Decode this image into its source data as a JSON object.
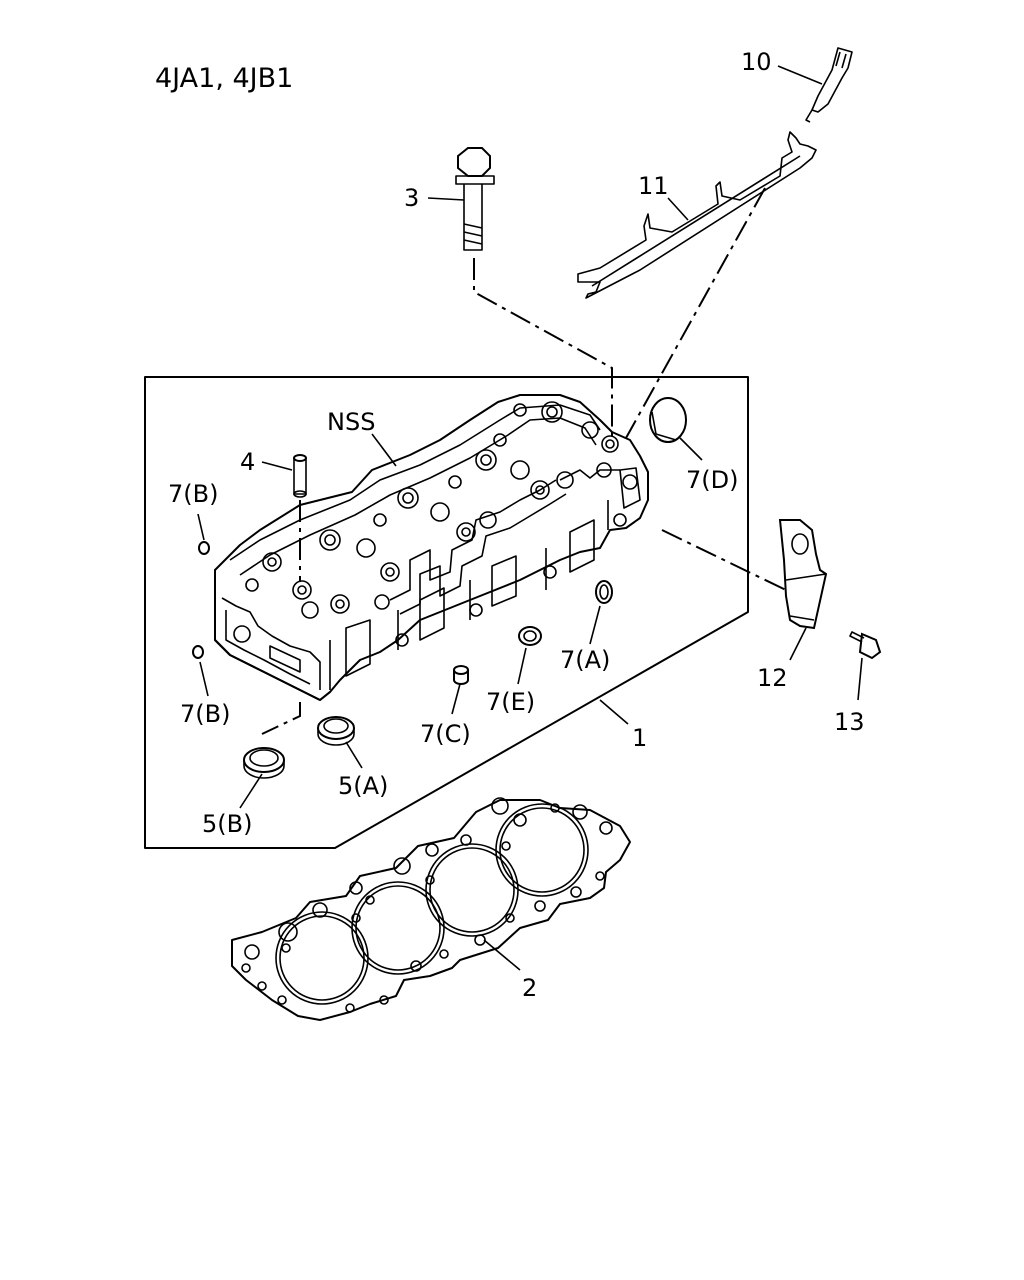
{
  "title": "4JA1, 4JB1",
  "callouts": {
    "c1": "1",
    "c2": "2",
    "c3": "3",
    "c4": "4",
    "c5a": "5(A)",
    "c5b": "5(B)",
    "c7a": "7(A)",
    "c7b_top": "7(B)",
    "c7b_bot": "7(B)",
    "c7c": "7(C)",
    "c7d": "7(D)",
    "c7e": "7(E)",
    "c10": "10",
    "c11": "11",
    "c12": "12",
    "c13": "13",
    "nss": "NSS"
  }
}
